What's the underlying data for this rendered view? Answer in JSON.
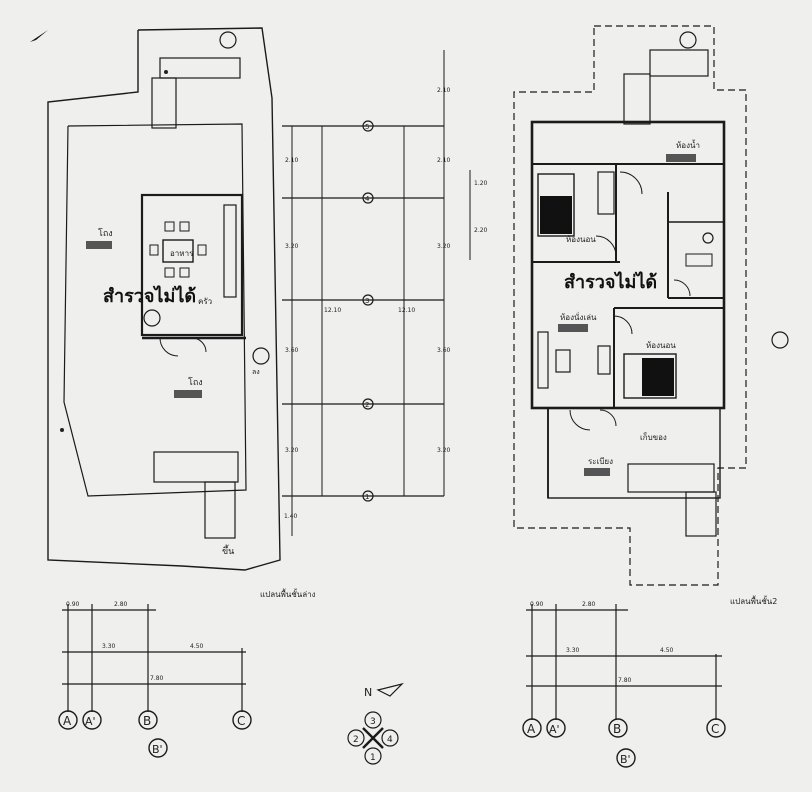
{
  "stamp_text": "สำรวจไม่ได้",
  "plan1": {
    "caption": "แปลนพื้นชั้นล่าง",
    "room_living": "โถง",
    "room_dining": "อาหาร",
    "room_kitchen": "ครัว",
    "room_hall": "โถง",
    "entry_label": "ขึ้น",
    "stair_mark": "ลง"
  },
  "plan2": {
    "caption": "แปลนพื้นชั้น2",
    "room_bed_main": "ห้องนอน",
    "room_bed_2": "ห้องนอน",
    "room_bath": "ห้องน้ำ",
    "room_family": "ห้องนั่งเล่น",
    "room_balcony": "ระเบียง",
    "room_storage": "เก็บของ"
  },
  "axes_rows": [
    "5",
    "4",
    "3",
    "2",
    "1"
  ],
  "axes_cols_left": [
    "A",
    "A'",
    "B",
    "B'",
    "C"
  ],
  "axes_cols_right": [
    "A",
    "A'",
    "B",
    "B'",
    "C"
  ],
  "dims": {
    "d_090": "0.90",
    "d_280": "2.80",
    "d_330": "3.30",
    "d_450": "4.50",
    "d_780": "7.80",
    "d_210": "2.10",
    "d_320": "3.20",
    "d_360": "3.60",
    "d_140": "1.40",
    "d_120": "1.20",
    "d_220": "2.20",
    "d_1210": "12.10"
  },
  "north_label": "N",
  "quad_labels": [
    "3",
    "2",
    "4",
    "1"
  ]
}
